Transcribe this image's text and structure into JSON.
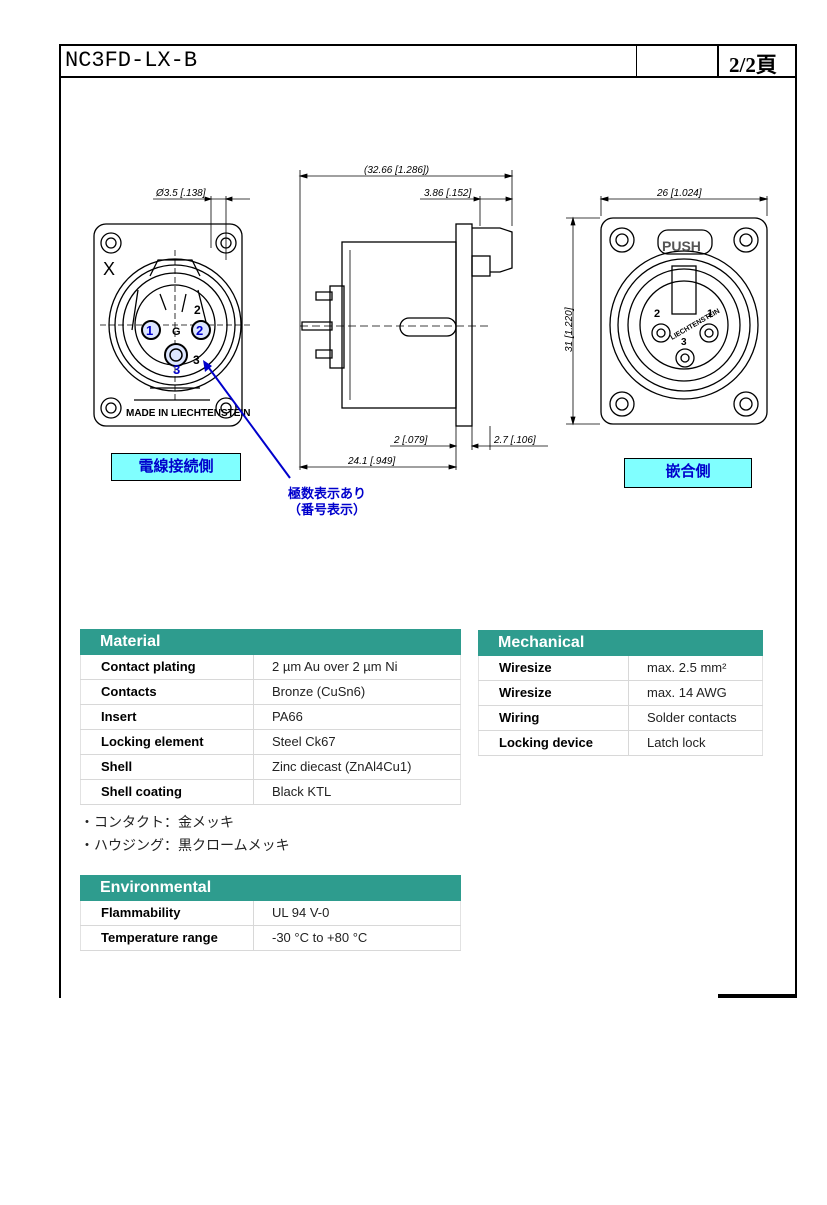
{
  "header": {
    "title": "NC3FD-LX-B",
    "page": "2/2頁"
  },
  "drawing": {
    "dim_hole": "Ø3.5 [.138]",
    "dim_length": "(32.66 [1.286])",
    "dim_flange": "3.86 [.152]",
    "dim_width": "26 [1.024]",
    "dim_height": "31 [1.220]",
    "dim_2": "2 [.079]",
    "dim_27": "2.7 [.106]",
    "dim_241": "24.1 [.949]",
    "rear_x": "X",
    "rear_made": "MADE IN LIECHTENSTEIN",
    "pin1": "1",
    "pin2": "2",
    "pin3": "3",
    "pin_g": "G",
    "front_push": "PUSH",
    "front_brand": "LIECHTENSTEIN"
  },
  "labels": {
    "wire_side": "電線接続側",
    "mating_side": "嵌合側",
    "pin_note_1": "極数表示あり",
    "pin_note_2": "（番号表示）"
  },
  "material": {
    "title": "Material",
    "rows": [
      {
        "key": "Contact plating",
        "value": "2 µm Au over 2 µm Ni"
      },
      {
        "key": "Contacts",
        "value": "Bronze (CuSn6)"
      },
      {
        "key": "Insert",
        "value": "PA66"
      },
      {
        "key": "Locking element",
        "value": "Steel Ck67"
      },
      {
        "key": "Shell",
        "value": "Zinc diecast (ZnAl4Cu1)"
      },
      {
        "key": "Shell coating",
        "value": "Black KTL"
      }
    ]
  },
  "mechanical": {
    "title": "Mechanical",
    "rows": [
      {
        "key": "Wiresize",
        "value": "max. 2.5 mm²"
      },
      {
        "key": "Wiresize",
        "value": "max. 14 AWG"
      },
      {
        "key": "Wiring",
        "value": "Solder contacts"
      },
      {
        "key": "Locking device",
        "value": "Latch lock"
      }
    ]
  },
  "notes": {
    "contact": "・コンタクト：金メッキ",
    "housing": "・ハウジング：黒クロームメッキ"
  },
  "environmental": {
    "title": "Environmental",
    "rows": [
      {
        "key": "Flammability",
        "value": "UL 94 V-0"
      },
      {
        "key": "Temperature range",
        "value": "-30 °C to +80 °C"
      }
    ]
  }
}
